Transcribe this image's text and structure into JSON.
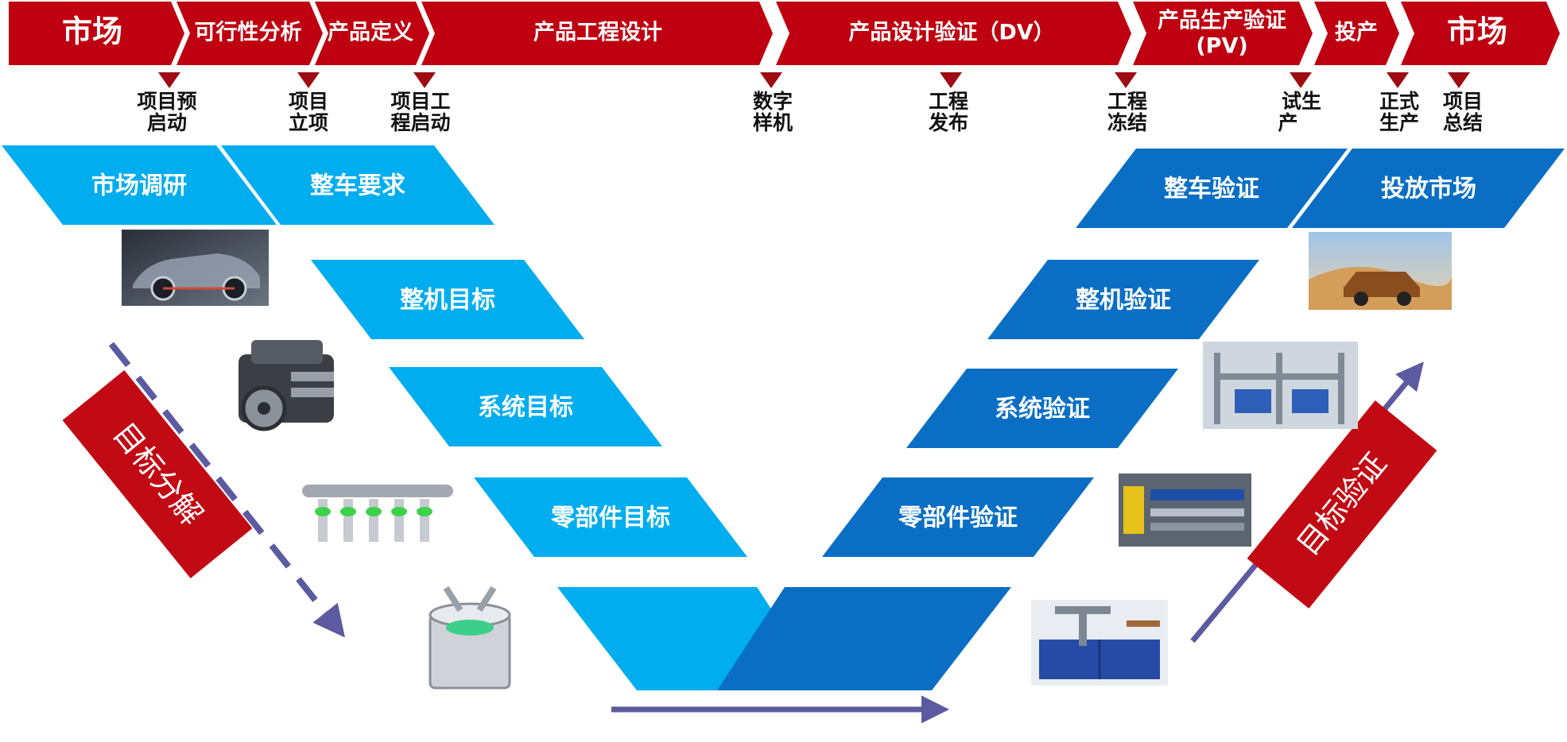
{
  "colors": {
    "phase_red": "#BE0011",
    "marker_red": "#9E0B12",
    "light_blue": "#00ADEF",
    "dark_blue": "#0A6FC4",
    "arrow_purple": "#5C5AA0",
    "label_red": "#C10A14"
  },
  "phases": [
    "市场",
    "可行性分析",
    "产品定义",
    "产品工程设计",
    "产品设计验证（DV）",
    "产品生产验证",
    "(PV)",
    "投产",
    "市场"
  ],
  "milestones": [
    {
      "line1": "项目预",
      "line2": "启动"
    },
    {
      "line1": "项目",
      "line2": "立项"
    },
    {
      "line1": "项目工",
      "line2": "程启动"
    },
    {
      "line1": "数字",
      "line2": "样机"
    },
    {
      "line1": "工程",
      "line2": "发布"
    },
    {
      "line1": "工程",
      "line2": "冻结"
    },
    {
      "line1": "试生",
      "line2": "产"
    },
    {
      "line1": "正式",
      "line2": "生产"
    },
    {
      "line1": "项目",
      "line2": "总结"
    }
  ],
  "left_steps": [
    "市场调研",
    "整车要求",
    "整机目标",
    "系统目标",
    "零部件目标"
  ],
  "right_steps": [
    "整车验证",
    "投放市场",
    "整机验证",
    "系统验证",
    "零部件验证"
  ],
  "side_labels": {
    "decompose": "目标分解",
    "verify": "目标验证"
  },
  "images": [
    {
      "name": "car-chassis-image",
      "icon": "car-chassis"
    },
    {
      "name": "engine-image",
      "icon": "engine"
    },
    {
      "name": "fuel-rail-image",
      "icon": "fuel-rail"
    },
    {
      "name": "piston-image",
      "icon": "piston"
    },
    {
      "name": "suv-desert-image",
      "icon": "suv-desert"
    },
    {
      "name": "test-rig-image",
      "icon": "test-rig"
    },
    {
      "name": "component-test-image",
      "icon": "component-test"
    },
    {
      "name": "bench-test-image",
      "icon": "bench-test"
    }
  ]
}
